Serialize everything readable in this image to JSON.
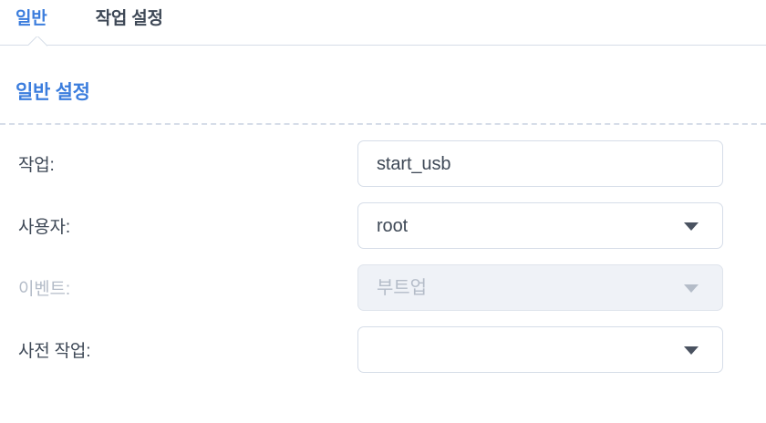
{
  "tabs": [
    {
      "label": "일반",
      "active": true
    },
    {
      "label": "작업 설정",
      "active": false
    }
  ],
  "section": {
    "title": "일반 설정"
  },
  "form": {
    "rows": [
      {
        "label": "작업:",
        "control": "text-input",
        "value": "start_usb",
        "disabled": false
      },
      {
        "label": "사용자:",
        "control": "dropdown",
        "value": "root",
        "disabled": false
      },
      {
        "label": "이벤트:",
        "control": "dropdown",
        "value": "부트업",
        "disabled": true
      },
      {
        "label": "사전 작업:",
        "control": "dropdown",
        "value": "",
        "disabled": false
      }
    ]
  },
  "colors": {
    "accent": "#3b7ddd",
    "text": "#3e4856",
    "muted": "#b4bcc8",
    "border": "#d6dde8",
    "disabled_bg": "#eff2f7",
    "caret": "#4a5260"
  }
}
